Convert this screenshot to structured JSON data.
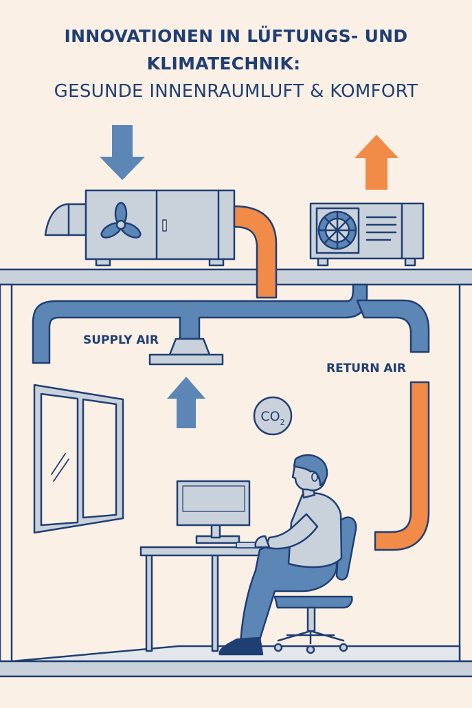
{
  "title": {
    "line1": "INNOVATIONEN IN LÜFTUNGS- UND",
    "line2": "KLIMATECHNIK:",
    "line3": "GESUNDE INNENRAUMLUFT & KOMFORT"
  },
  "labels": {
    "supply_air": "SUPPLY AIR",
    "return_air": "RETURN AIR",
    "co2_main": "CO",
    "co2_sub": "2"
  },
  "colors": {
    "background": "#FBF0E6",
    "navy": "#1F3F73",
    "duct_blue": "#5B86B5",
    "duct_orange": "#F28A48",
    "unit_gray": "#C9D1DB"
  }
}
